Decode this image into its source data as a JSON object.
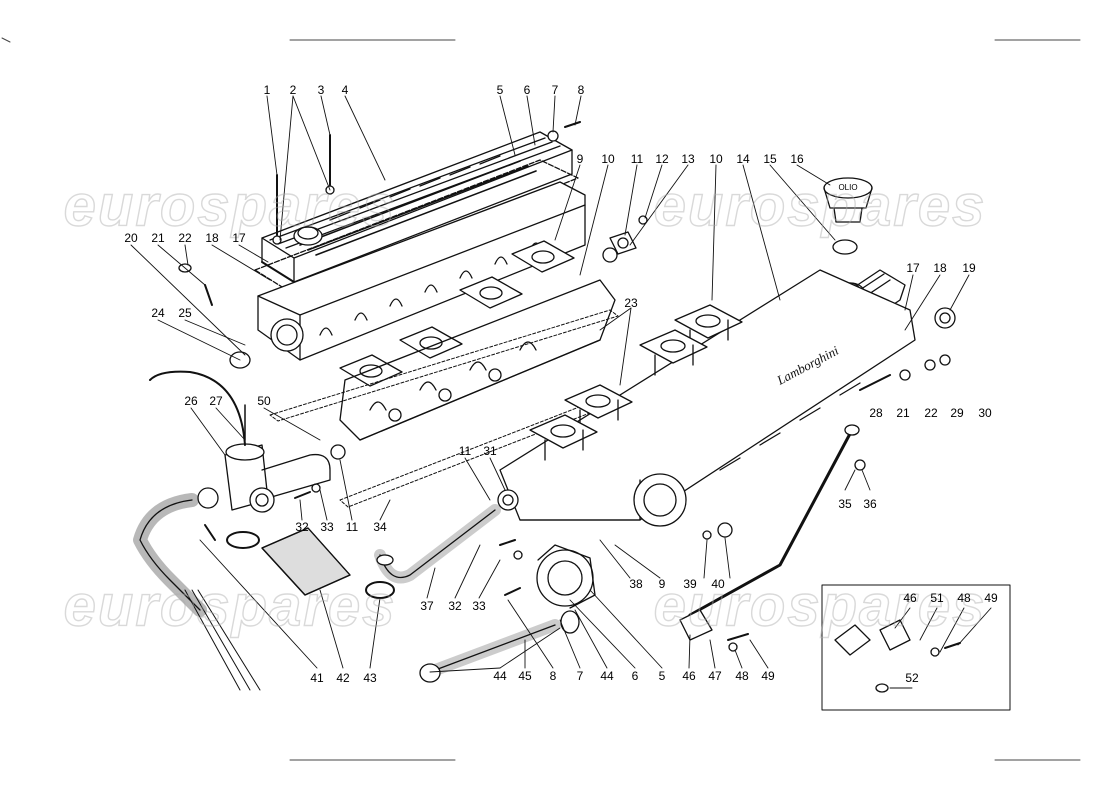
{
  "watermark": "eurospares",
  "brand_script": "Lamborghini",
  "cap_text": "OLIO",
  "callouts": [
    {
      "id": "c1",
      "text": "1"
    },
    {
      "id": "c2",
      "text": "2"
    },
    {
      "id": "c3",
      "text": "3"
    },
    {
      "id": "c4",
      "text": "4"
    },
    {
      "id": "c5a",
      "text": "5"
    },
    {
      "id": "c6a",
      "text": "6"
    },
    {
      "id": "c7a",
      "text": "7"
    },
    {
      "id": "c8a",
      "text": "8"
    },
    {
      "id": "c9a",
      "text": "9"
    },
    {
      "id": "c10a",
      "text": "10"
    },
    {
      "id": "c11a",
      "text": "11"
    },
    {
      "id": "c12",
      "text": "12"
    },
    {
      "id": "c13",
      "text": "13"
    },
    {
      "id": "c10b",
      "text": "10"
    },
    {
      "id": "c14",
      "text": "14"
    },
    {
      "id": "c15",
      "text": "15"
    },
    {
      "id": "c16",
      "text": "16"
    },
    {
      "id": "c20",
      "text": "20"
    },
    {
      "id": "c21a",
      "text": "21"
    },
    {
      "id": "c22a",
      "text": "22"
    },
    {
      "id": "c18a",
      "text": "18"
    },
    {
      "id": "c17a",
      "text": "17"
    },
    {
      "id": "c24",
      "text": "24"
    },
    {
      "id": "c25",
      "text": "25"
    },
    {
      "id": "c23",
      "text": "23"
    },
    {
      "id": "c17b",
      "text": "17"
    },
    {
      "id": "c18b",
      "text": "18"
    },
    {
      "id": "c19",
      "text": "19"
    },
    {
      "id": "c28",
      "text": "28"
    },
    {
      "id": "c21b",
      "text": "21"
    },
    {
      "id": "c22b",
      "text": "22"
    },
    {
      "id": "c29",
      "text": "29"
    },
    {
      "id": "c30",
      "text": "30"
    },
    {
      "id": "c26",
      "text": "26"
    },
    {
      "id": "c27",
      "text": "27"
    },
    {
      "id": "c50",
      "text": "50"
    },
    {
      "id": "c11b",
      "text": "11"
    },
    {
      "id": "c31",
      "text": "31"
    },
    {
      "id": "c32a",
      "text": "32"
    },
    {
      "id": "c33a",
      "text": "33"
    },
    {
      "id": "c11c",
      "text": "11"
    },
    {
      "id": "c34",
      "text": "34"
    },
    {
      "id": "c35",
      "text": "35"
    },
    {
      "id": "c36",
      "text": "36"
    },
    {
      "id": "c38",
      "text": "38"
    },
    {
      "id": "c9b",
      "text": "9"
    },
    {
      "id": "c39",
      "text": "39"
    },
    {
      "id": "c40",
      "text": "40"
    },
    {
      "id": "c37",
      "text": "37"
    },
    {
      "id": "c32b",
      "text": "32"
    },
    {
      "id": "c33b",
      "text": "33"
    },
    {
      "id": "c41",
      "text": "41"
    },
    {
      "id": "c42",
      "text": "42"
    },
    {
      "id": "c43",
      "text": "43"
    },
    {
      "id": "c44a",
      "text": "44"
    },
    {
      "id": "c45",
      "text": "45"
    },
    {
      "id": "c8b",
      "text": "8"
    },
    {
      "id": "c7b",
      "text": "7"
    },
    {
      "id": "c44b",
      "text": "44"
    },
    {
      "id": "c6b",
      "text": "6"
    },
    {
      "id": "c5b",
      "text": "5"
    },
    {
      "id": "c46a",
      "text": "46"
    },
    {
      "id": "c47",
      "text": "47"
    },
    {
      "id": "c48a",
      "text": "48"
    },
    {
      "id": "c49a",
      "text": "49"
    },
    {
      "id": "c46b",
      "text": "46"
    },
    {
      "id": "c51",
      "text": "51"
    },
    {
      "id": "c48b",
      "text": "48"
    },
    {
      "id": "c49b",
      "text": "49"
    },
    {
      "id": "c52",
      "text": "52"
    }
  ]
}
